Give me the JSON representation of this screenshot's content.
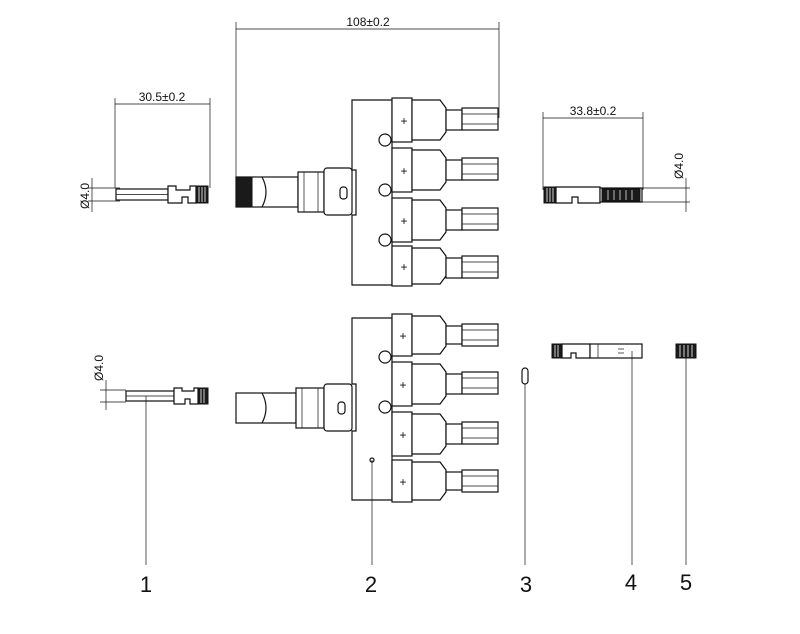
{
  "dimensions": {
    "total_length": "108±0.2",
    "male_contact_length": "30.5±0.2",
    "female_contact_length": "33.8±0.2",
    "diameter_top_left": "Ø4.0",
    "diameter_top_right": "Ø4.0",
    "diameter_bottom_left": "Ø4.0"
  },
  "part_labels": [
    "1",
    "2",
    "3",
    "4",
    "5"
  ],
  "symbols": {
    "plus": "+"
  }
}
